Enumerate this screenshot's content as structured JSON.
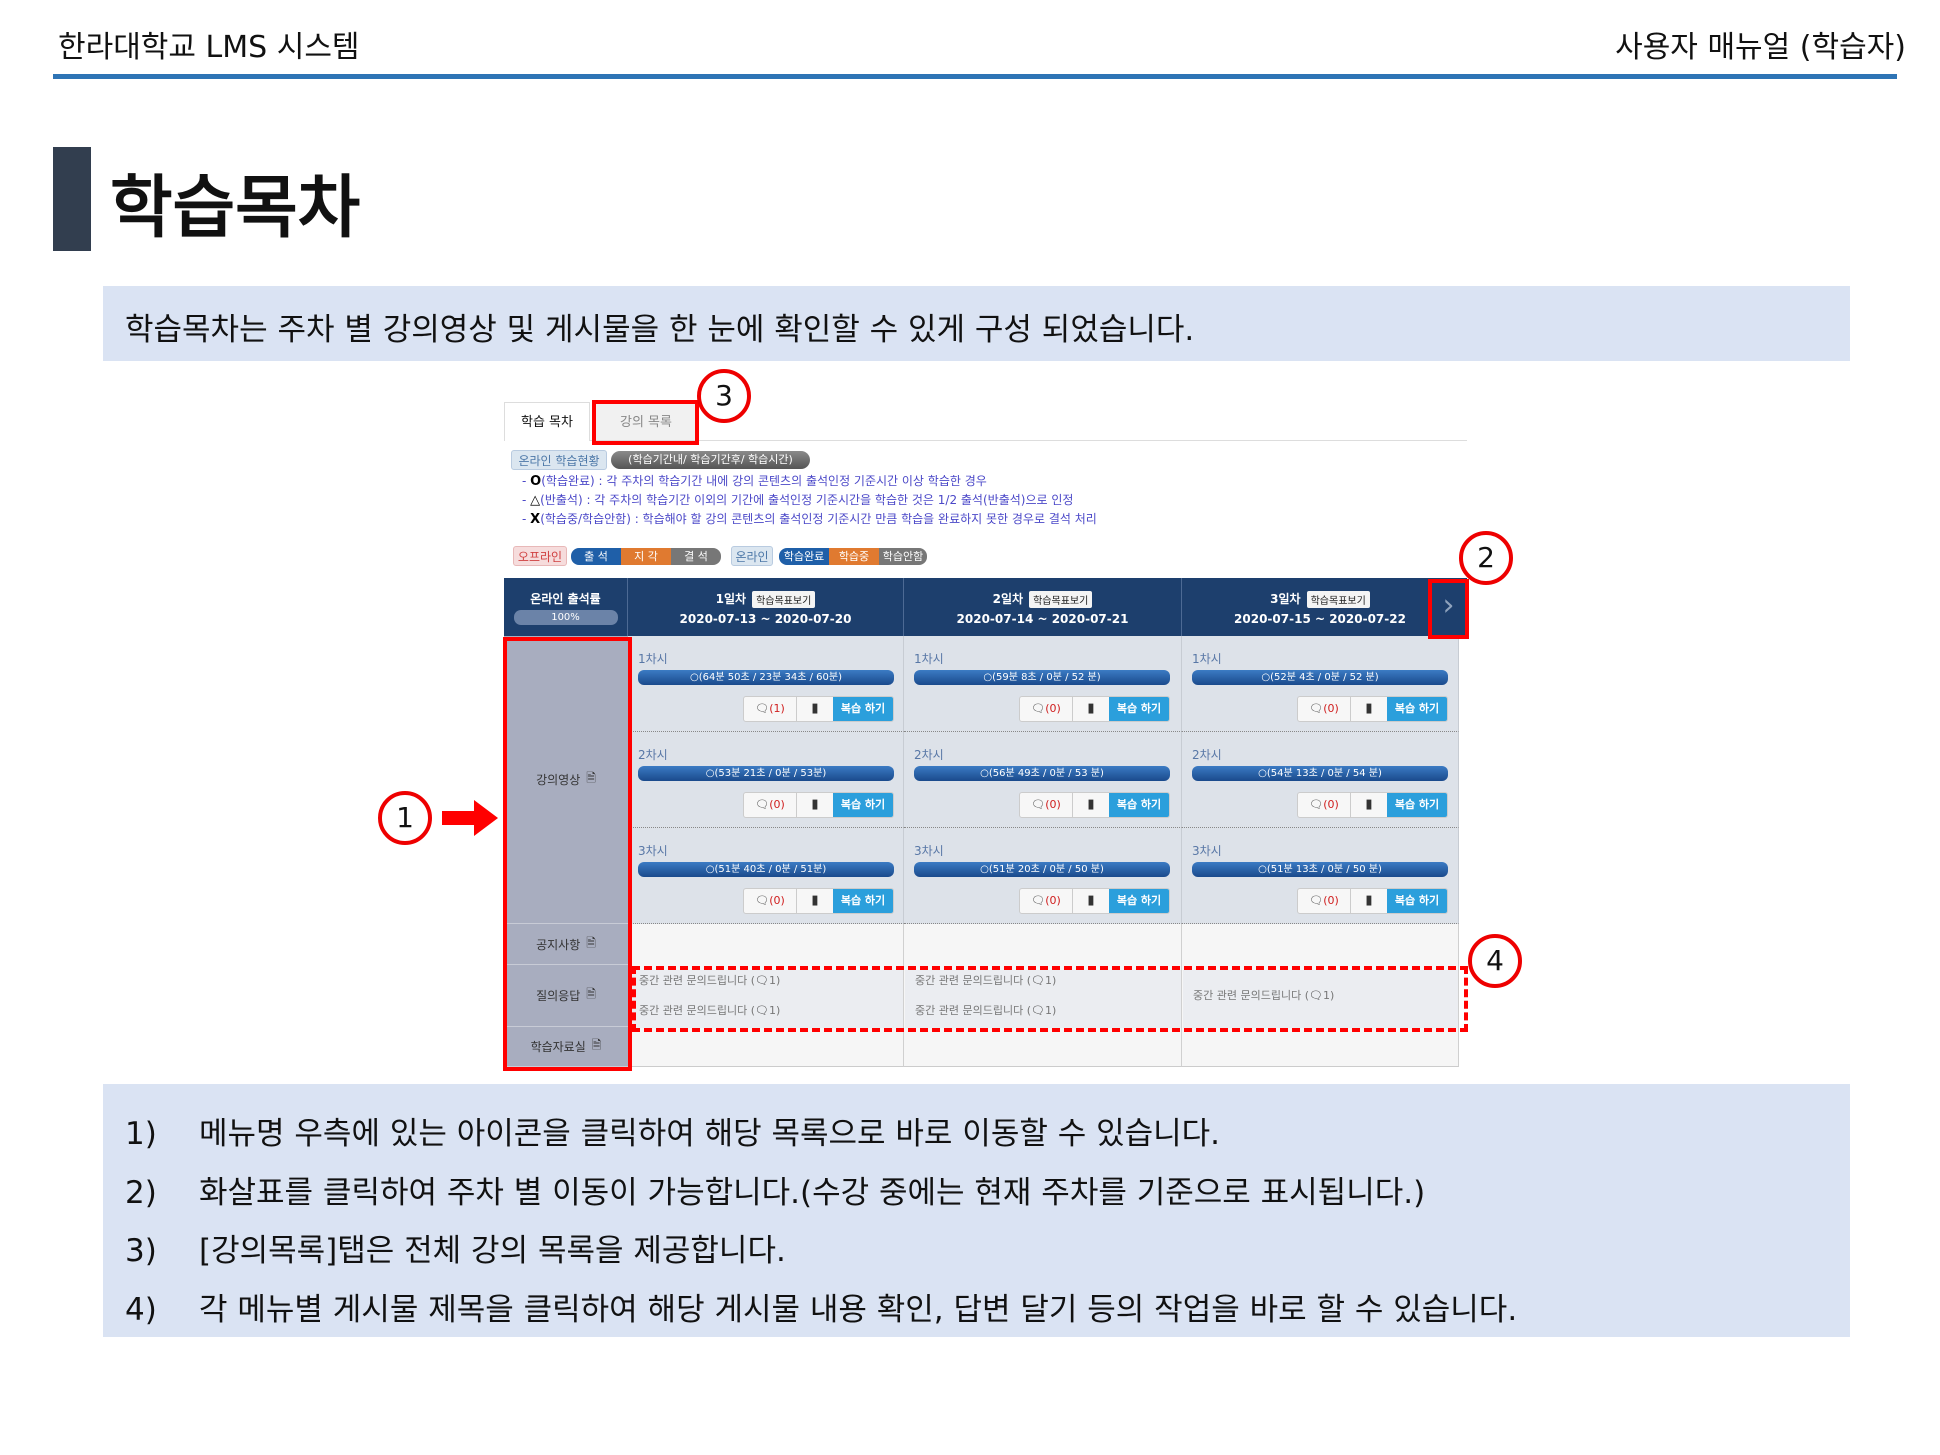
{
  "header": {
    "title": "한라대학교 LMS 시스템",
    "doc_type": "사용자 매뉴얼 (학습자)"
  },
  "section": {
    "title": "학습목차",
    "intro": "학습목차는 주차 별 강의영상 및 게시물을 한 눈에 확인할 수 있게 구성 되었습니다."
  },
  "lms": {
    "tabs": [
      "학습 목차",
      "강의 목록"
    ],
    "status_label": "온라인 학습현황",
    "status_pill": "(학습기간내/ 학습기간후/ 학습시간)",
    "legend": [
      {
        "sym": "O",
        "text": "(학습완료) : 각 주차의 학습기간 내에 강의 콘텐츠의 출석인정 기준시간 이상 학습한 경우"
      },
      {
        "sym": "△",
        "text": "(반출석) : 각 주차의 학습기간 이외의 기간에 출석인정 기준시간을 학습한 것은 1/2 출석(반출석)으로 인정"
      },
      {
        "sym": "X",
        "text": "(학습중/학습안함) : 학습해야 할 강의 콘텐츠의 출석인정 기준시간 만큼 학습을 완료하지 못한 경우로 결석 처리"
      }
    ],
    "offline_label": "오프라인",
    "offline_chips": [
      "출 석",
      "지 각",
      "결 석"
    ],
    "online_label": "온라인",
    "online_chips": [
      "학습완료",
      "학습중",
      "학습안함"
    ],
    "rate_label": "온라인 출석률",
    "rate_value": "100%",
    "rate_fraction": 1.0,
    "goal_button": "학습목표보기",
    "review_button": "복습 하기",
    "weeks": [
      {
        "title": "1일차",
        "dates": "2020-07-13 ~ 2020-07-20",
        "sessions": [
          {
            "label": "1차시",
            "time": "(64분 50초 / 23분 34초 / 60분)",
            "comments": "(1)"
          },
          {
            "label": "2차시",
            "time": "(53분 21초 / 0분 / 53분)",
            "comments": "(0)"
          },
          {
            "label": "3차시",
            "time": "(51분 40초 / 0분 / 51분)",
            "comments": "(0)"
          }
        ],
        "qa": [
          "중간 관련 문의드립니다 (",
          "중간 관련 문의드립니다 ("
        ]
      },
      {
        "title": "2일차",
        "dates": "2020-07-14 ~ 2020-07-21",
        "sessions": [
          {
            "label": "1차시",
            "time": "(59분 8초 / 0분 / 52 분)",
            "comments": "(0)"
          },
          {
            "label": "2차시",
            "time": "(56분 49초 / 0분 / 53 분)",
            "comments": "(0)"
          },
          {
            "label": "3차시",
            "time": "(51분 20초 / 0분 / 50 분)",
            "comments": "(0)"
          }
        ],
        "qa": [
          "중간 관련 문의드립니다 (",
          "중간 관련 문의드립니다 ("
        ]
      },
      {
        "title": "3일차",
        "dates": "2020-07-15 ~ 2020-07-22",
        "sessions": [
          {
            "label": "1차시",
            "time": "(52분 4초 / 0분 / 52 분)",
            "comments": "(0)"
          },
          {
            "label": "2차시",
            "time": "(54분 13초 / 0분 / 54 분)",
            "comments": "(0)"
          },
          {
            "label": "3차시",
            "time": "(51분 13초 / 0분 / 50 분)",
            "comments": "(0)"
          }
        ],
        "qa": [
          "중간 관련 문의드립니다 ("
        ]
      }
    ],
    "qa_count": "1)",
    "menu": [
      "강의영상",
      "공지사항",
      "질의응답",
      "학습자료실"
    ]
  },
  "annotations": [
    "1",
    "2",
    "3",
    "4"
  ],
  "notes": [
    {
      "n": "1)",
      "text": "메뉴명 우측에 있는 아이콘을 클릭하여 해당 목록으로 바로 이동할 수 있습니다."
    },
    {
      "n": "2)",
      "text": "화살표를 클릭하여 주차 별 이동이 가능합니다.(수강 중에는 현재 주차를 기준으로 표시됩니다.)"
    },
    {
      "n": "3)",
      "text": "[강의목록]탭은 전체 강의 목록을 제공합니다."
    },
    {
      "n": "4)",
      "text": "각 메뉴별 게시물 제목을 클릭하여 해당 게시물 내용 확인, 답변 달기 등의 작업을 바로 할 수 있습니다."
    }
  ]
}
